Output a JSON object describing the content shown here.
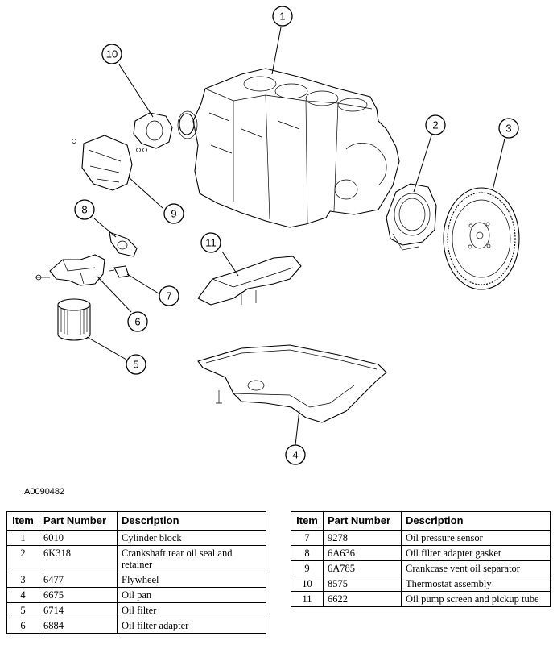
{
  "figure_id": "A0090482",
  "callouts": [
    "1",
    "2",
    "3",
    "4",
    "5",
    "6",
    "7",
    "8",
    "9",
    "10",
    "11"
  ],
  "table_headers": {
    "item": "Item",
    "part_number": "Part Number",
    "description": "Description"
  },
  "parts_left": [
    {
      "item": "1",
      "part_number": "6010",
      "description": "Cylinder block"
    },
    {
      "item": "2",
      "part_number": "6K318",
      "description": "Crankshaft rear oil seal and retainer"
    },
    {
      "item": "3",
      "part_number": "6477",
      "description": "Flywheel"
    },
    {
      "item": "4",
      "part_number": "6675",
      "description": "Oil pan"
    },
    {
      "item": "5",
      "part_number": "6714",
      "description": "Oil filter"
    },
    {
      "item": "6",
      "part_number": "6884",
      "description": "Oil filter adapter"
    }
  ],
  "parts_right": [
    {
      "item": "7",
      "part_number": "9278",
      "description": "Oil pressure sensor"
    },
    {
      "item": "8",
      "part_number": "6A636",
      "description": "Oil filter adapter gasket"
    },
    {
      "item": "9",
      "part_number": "6A785",
      "description": "Crankcase vent oil separator"
    },
    {
      "item": "10",
      "part_number": "8575",
      "description": "Thermostat assembly"
    },
    {
      "item": "11",
      "part_number": "6622",
      "description": "Oil pump screen and pickup tube"
    }
  ]
}
